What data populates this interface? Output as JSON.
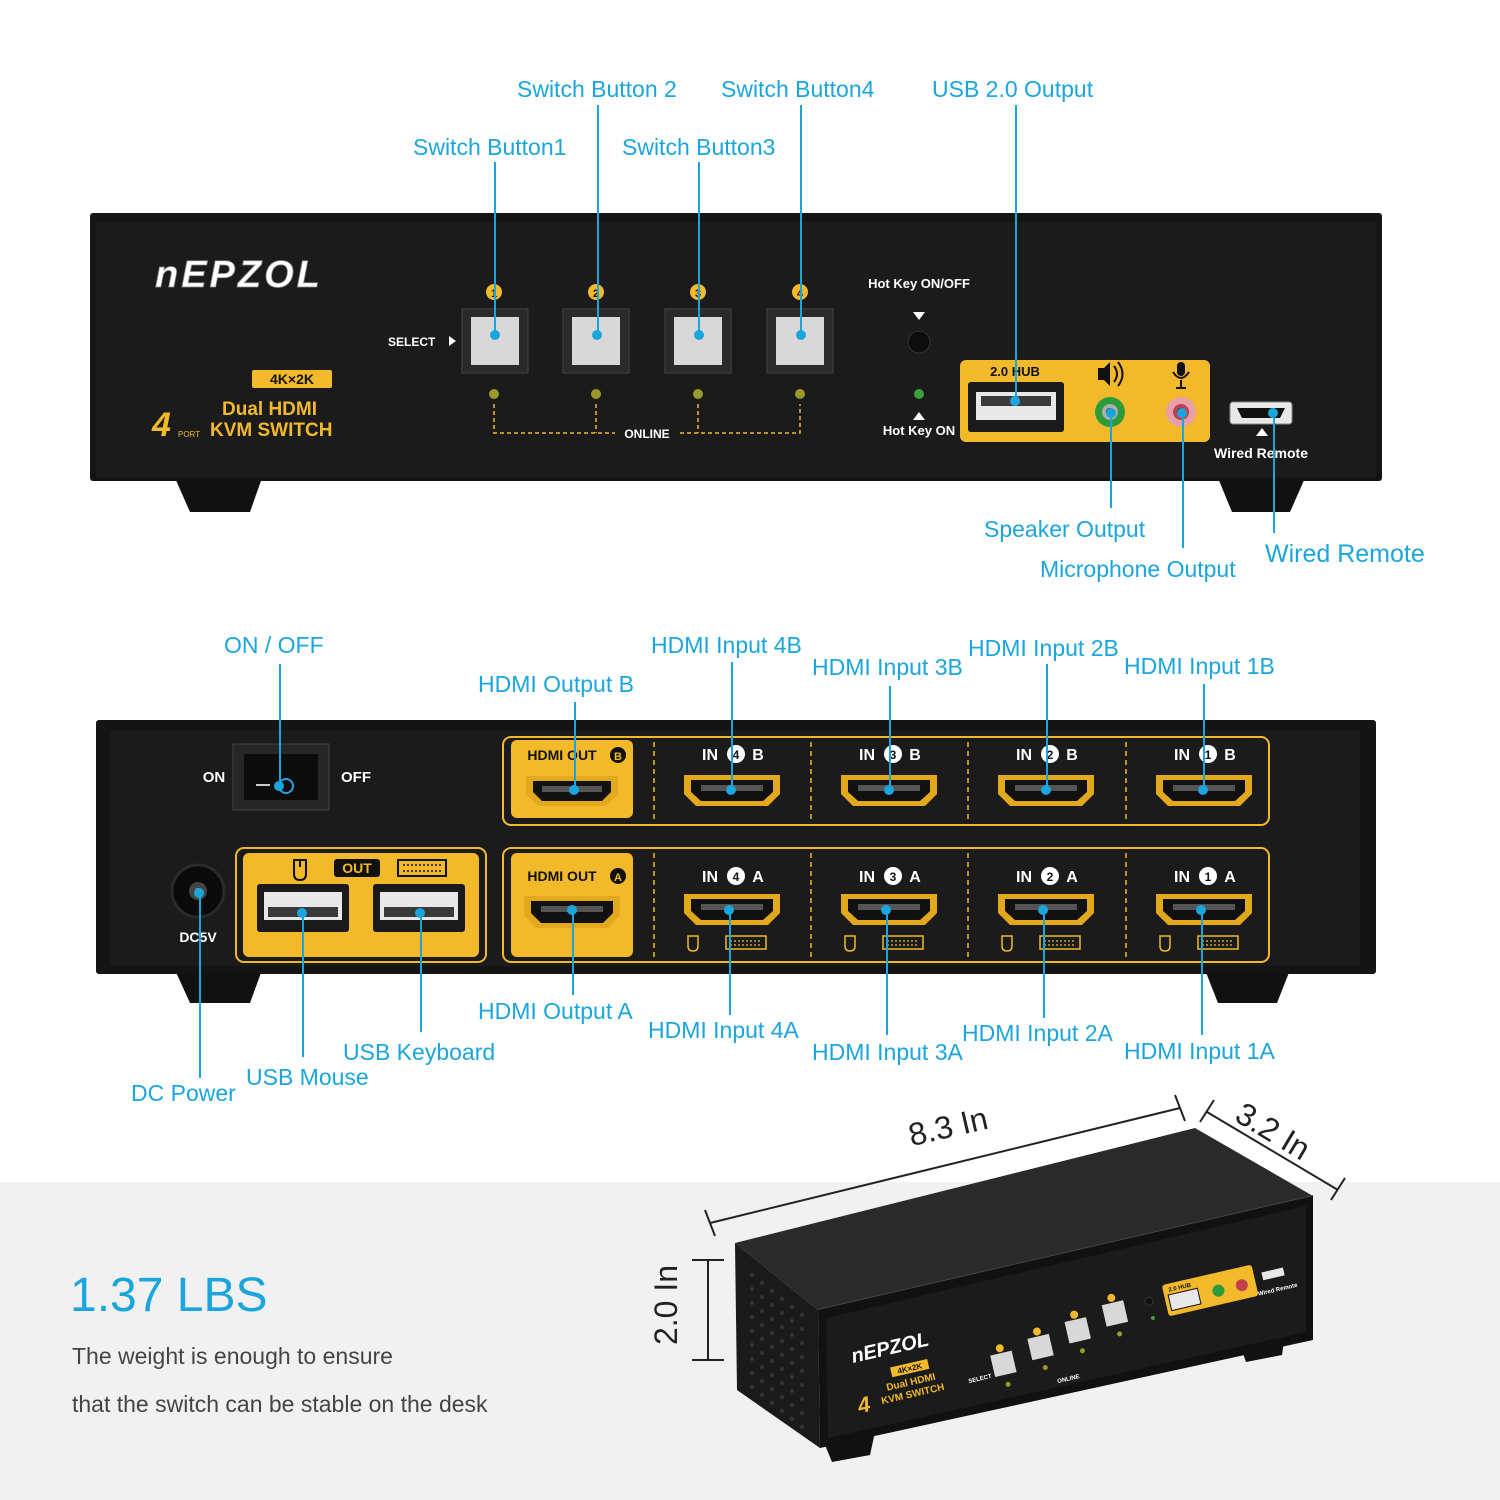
{
  "front_panel": {
    "brand": "nEPZOL",
    "badge": "4K×2K",
    "port_count": "4",
    "port_word": "PORT",
    "product_line1": "Dual HDMI",
    "product_line2": "KVM SWITCH",
    "select_label": "SELECT",
    "button_numbers": [
      "1",
      "2",
      "3",
      "4"
    ],
    "online_label": "ONLINE",
    "hotkey_onoff": "Hot Key ON/OFF",
    "hotkey_on": "Hot Key ON",
    "hub_label": "2.0 HUB",
    "wired_remote_label": "Wired Remote"
  },
  "back_panel": {
    "on_label": "ON",
    "off_label": "OFF",
    "out_b_label": "HDMI OUT",
    "out_b_letter": "B",
    "out_a_label": "HDMI OUT",
    "out_a_letter": "A",
    "inputs_b": [
      {
        "prefix": "IN",
        "num": "4",
        "suffix": "B"
      },
      {
        "prefix": "IN",
        "num": "3",
        "suffix": "B"
      },
      {
        "prefix": "IN",
        "num": "2",
        "suffix": "B"
      },
      {
        "prefix": "IN",
        "num": "1",
        "suffix": "B"
      }
    ],
    "inputs_a": [
      {
        "prefix": "IN",
        "num": "4",
        "suffix": "A"
      },
      {
        "prefix": "IN",
        "num": "3",
        "suffix": "A"
      },
      {
        "prefix": "IN",
        "num": "2",
        "suffix": "A"
      },
      {
        "prefix": "IN",
        "num": "1",
        "suffix": "A"
      }
    ],
    "usb_out_label": "OUT",
    "dc_label": "DC5V"
  },
  "callouts_front": {
    "switch1": "Switch Button1",
    "switch2": "Switch Button 2",
    "switch3": "Switch Button3",
    "switch4": "Switch Button4",
    "usb_output": "USB 2.0 Output",
    "speaker": "Speaker Output",
    "microphone": "Microphone Output",
    "wired_remote": "Wired Remote"
  },
  "callouts_back": {
    "on_off": "ON / OFF",
    "hdmi_out_b": "HDMI Output B",
    "in4b": "HDMI Input 4B",
    "in3b": "HDMI Input 3B",
    "in2b": "HDMI Input 2B",
    "in1b": "HDMI Input 1B",
    "hdmi_out_a": "HDMI Output A",
    "in4a": "HDMI Input 4A",
    "in3a": "HDMI Input 3A",
    "in2a": "HDMI Input 2A",
    "in1a": "HDMI Input 1A",
    "usb_keyboard": "USB Keyboard",
    "usb_mouse": "USB Mouse",
    "dc_power": "DC Power"
  },
  "dimensions": {
    "length": "8.3 In",
    "width": "3.2 In",
    "height": "2.0 In"
  },
  "weight": {
    "title": "1.37 LBS",
    "line1": "The weight is enough to ensure",
    "line2": "that the switch can be stable on the desk"
  },
  "colors": {
    "callout": "#1aa6dc",
    "chassis": "#151515",
    "gold": "#f2b92a",
    "panel_text": "#ffffff"
  }
}
